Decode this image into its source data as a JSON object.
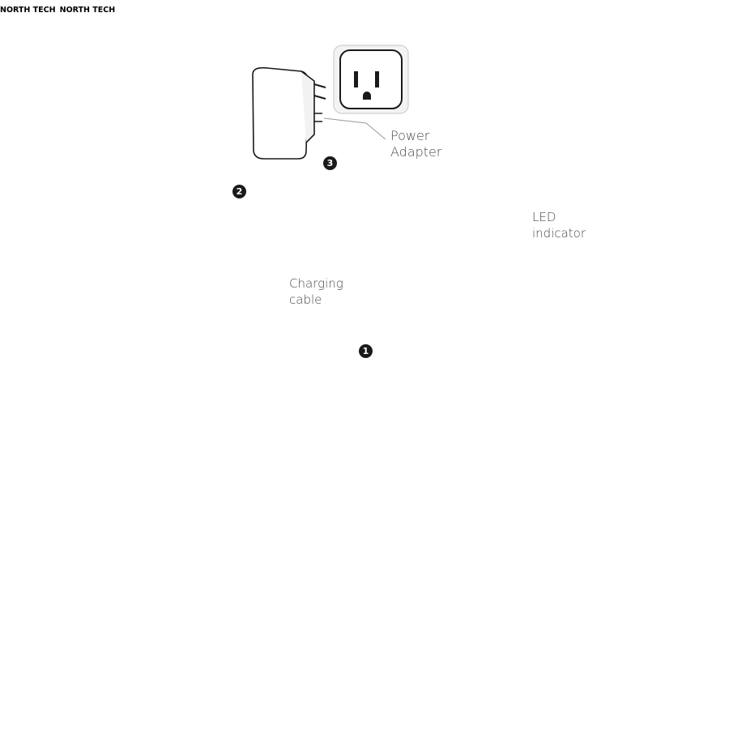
{
  "labels": {
    "power_adapter_line1": "Power",
    "power_adapter_line2": "Adapter",
    "led_line1": "LED",
    "led_line2": "indicator",
    "cable_line1": "Charging",
    "cable_line2": "cable"
  },
  "steps": {
    "one": "1",
    "two": "2",
    "three": "3"
  },
  "brand": "NORTH TECH",
  "colors": {
    "line": "#1a1a1a",
    "arrow": "#9a9a9a",
    "text": "#4a4a4a",
    "body": "#ffffff",
    "shade": "#f2f2f2"
  },
  "icons": [
    "wall-outlet-icon",
    "power-adapter-icon",
    "usb-plug-icon",
    "north-tech-logo-icon"
  ]
}
